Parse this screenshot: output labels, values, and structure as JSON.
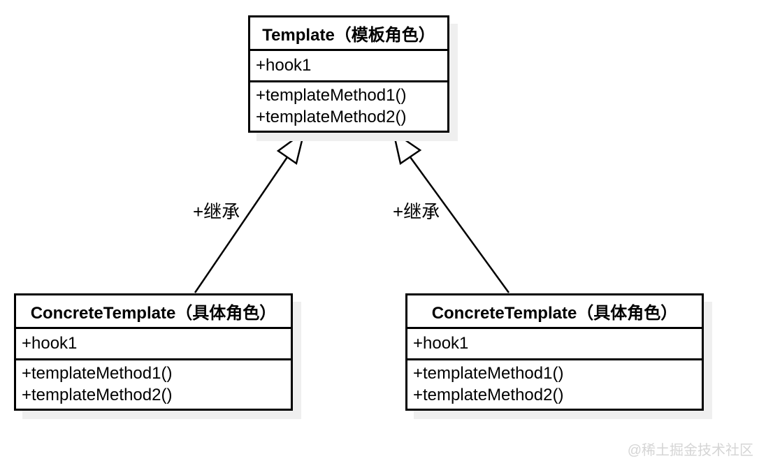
{
  "diagram_title": "Template Method pattern UML class diagram",
  "colors": {
    "background": "#ffffff",
    "stroke": "#000000",
    "box_shadow": "#efefef",
    "watermark": "#d5d5d5"
  },
  "classes": [
    {
      "id": "template",
      "title": "Template（模板角色）",
      "attributes": [
        "+hook1"
      ],
      "methods": [
        "+templateMethod1()",
        "+templateMethod2()"
      ]
    },
    {
      "id": "concrete-template-left",
      "title": "ConcreteTemplate（具体角色）",
      "attributes": [
        "+hook1"
      ],
      "methods": [
        "+templateMethod1()",
        "+templateMethod2()"
      ]
    },
    {
      "id": "concrete-template-right",
      "title": "ConcreteTemplate（具体角色）",
      "attributes": [
        "+hook1"
      ],
      "methods": [
        "+templateMethod1()",
        "+templateMethod2()"
      ]
    }
  ],
  "edges": [
    {
      "from": "concrete-template-left",
      "to": "template",
      "type": "inheritance",
      "label": "+继承"
    },
    {
      "from": "concrete-template-right",
      "to": "template",
      "type": "inheritance",
      "label": "+继承"
    }
  ],
  "watermark": "@稀土掘金技术社区"
}
